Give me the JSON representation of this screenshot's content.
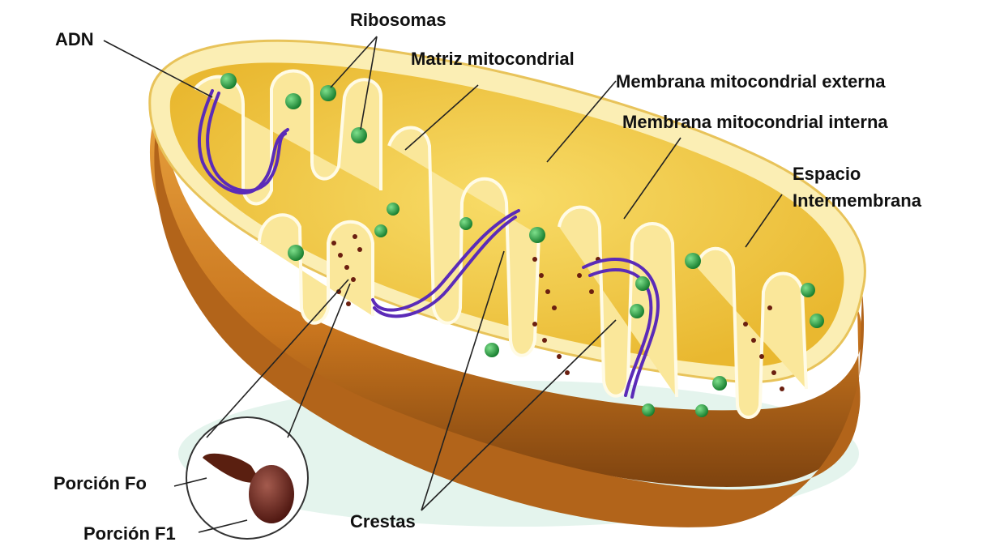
{
  "labels": {
    "adn": "ADN",
    "ribosomas": "Ribosomas",
    "matriz": "Matriz mitocondrial",
    "membrana_externa": "Membrana mitocondrial externa",
    "membrana_interna": "Membrana mitocondrial interna",
    "espacio_line1": "Espacio",
    "espacio_line2": "Intermembrana",
    "porcion_fo": "Porción Fo",
    "porcion_f1": "Porción F1",
    "crestas": "Crestas"
  },
  "colors": {
    "outer_shell": "#c8751e",
    "outer_shell_dark": "#8a4a12",
    "rim": "#fdf3c0",
    "matrix": "#f4cf43",
    "cristae": "#fae79a",
    "dna": "#5b2bb8",
    "ribosome": "#1f9a3a",
    "atp_synthase": "#5a1f10",
    "label_text": "#111111",
    "leader_line": "#222222"
  }
}
